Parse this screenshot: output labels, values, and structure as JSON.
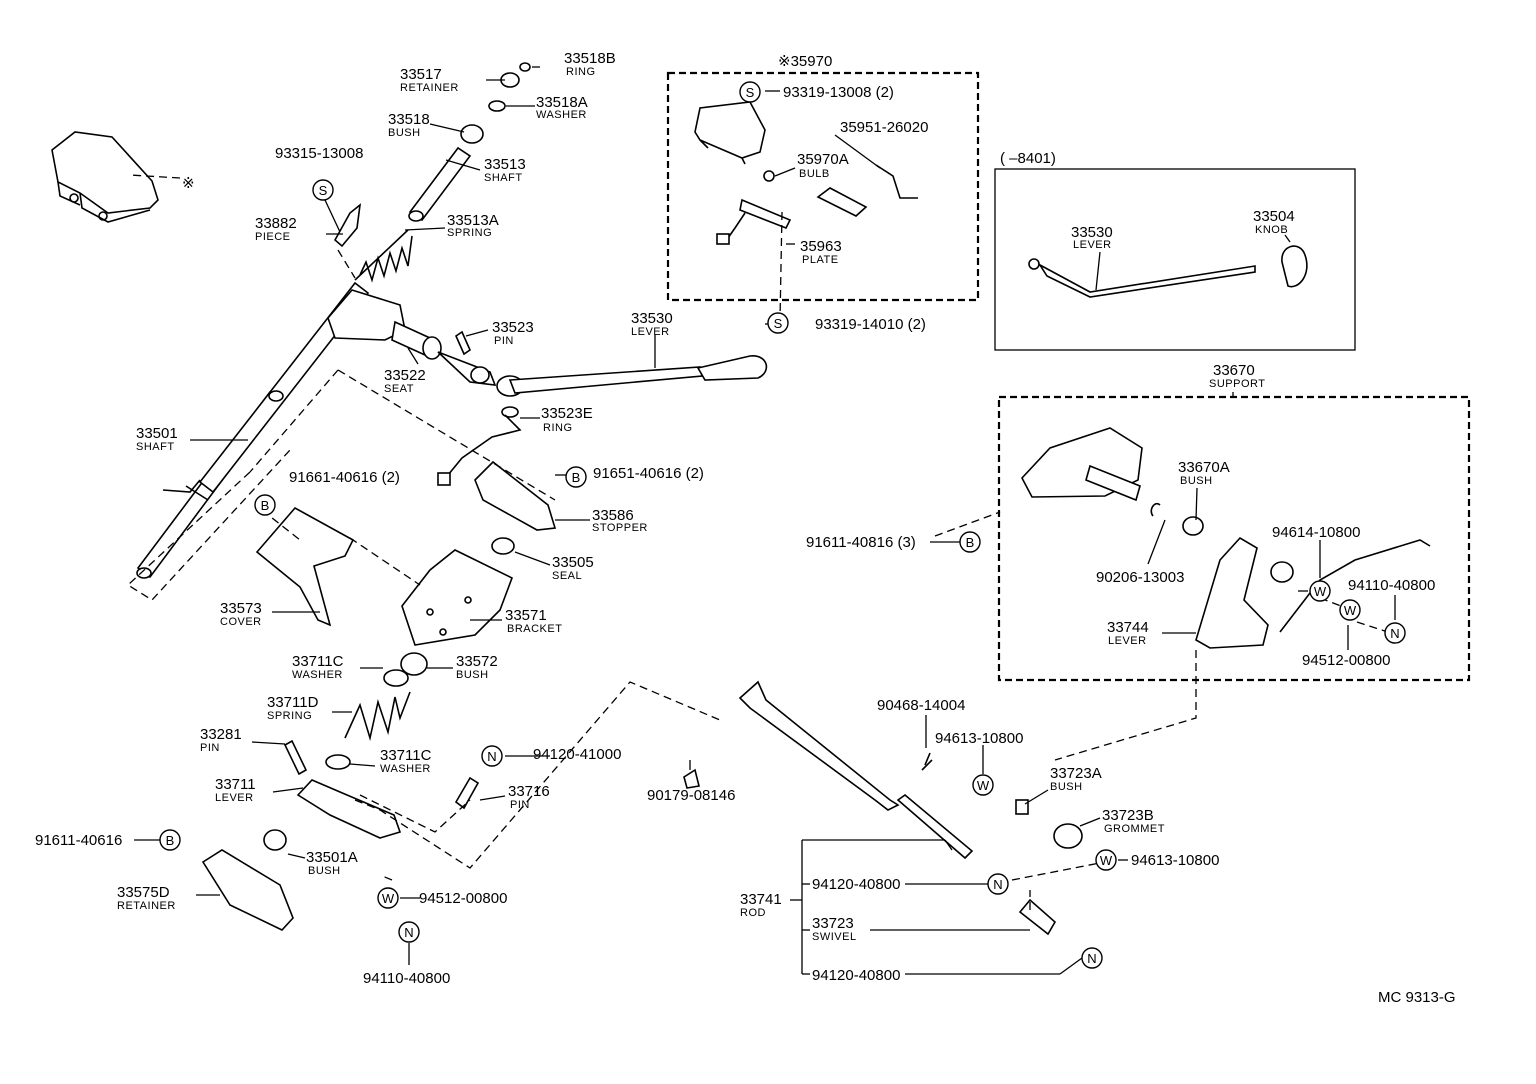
{
  "diagram_code": "MC  9313-G",
  "group_35970": "※35970",
  "asterisk": "※",
  "date_range": "(        –8401)",
  "symbols": {
    "S": "S",
    "B": "B",
    "W": "W",
    "N": "N"
  },
  "parts": {
    "p33517": {
      "no": "33517",
      "name": "RETAINER"
    },
    "p33518B": {
      "no": "33518B",
      "name": "RING"
    },
    "p33518A": {
      "no": "33518A",
      "name": "WASHER"
    },
    "p33518": {
      "no": "33518",
      "name": "BUSH"
    },
    "p93315": {
      "no": "93315-13008"
    },
    "p33513": {
      "no": "33513",
      "name": "SHAFT"
    },
    "p33882": {
      "no": "33882",
      "name": "PIECE"
    },
    "p33513A": {
      "no": "33513A",
      "name": "SPRING"
    },
    "p33523": {
      "no": "33523",
      "name": "PIN"
    },
    "p33522": {
      "no": "33522",
      "name": "SEAT"
    },
    "p33530a": {
      "no": "33530",
      "name": "LEVER"
    },
    "p33501": {
      "no": "33501",
      "name": "SHAFT"
    },
    "p33523E": {
      "no": "33523E",
      "name": "RING"
    },
    "p91661": {
      "no": "91661-40616 (2)"
    },
    "p91651": {
      "no": "91651-40616 (2)"
    },
    "p33586": {
      "no": "33586",
      "name": "STOPPER"
    },
    "p33505": {
      "no": "33505",
      "name": "SEAL"
    },
    "p33573": {
      "no": "33573",
      "name": "COVER"
    },
    "p33571": {
      "no": "33571",
      "name": "BRACKET"
    },
    "p33711C_1": {
      "no": "33711C",
      "name": "WASHER"
    },
    "p33572": {
      "no": "33572",
      "name": "BUSH"
    },
    "p33711D": {
      "no": "33711D",
      "name": "SPRING"
    },
    "p33281": {
      "no": "33281",
      "name": "PIN"
    },
    "p33711C_2": {
      "no": "33711C",
      "name": "WASHER"
    },
    "p94120_41000": {
      "no": "94120-41000"
    },
    "p33711": {
      "no": "33711",
      "name": "LEVER"
    },
    "p33716": {
      "no": "33716",
      "name": "PIN"
    },
    "p91611_40616": {
      "no": "91611-40616"
    },
    "p33501A": {
      "no": "33501A",
      "name": "BUSH"
    },
    "p33575D": {
      "no": "33575D",
      "name": "RETAINER"
    },
    "p94512_a": {
      "no": "94512-00800"
    },
    "p94110_a": {
      "no": "94110-40800"
    },
    "p93319_13008": {
      "no": "93319-13008 (2)"
    },
    "p35951": {
      "no": "35951-26020"
    },
    "p35970A": {
      "no": "35970A",
      "name": "BULB"
    },
    "p35963": {
      "no": "35963",
      "name": "PLATE"
    },
    "p93319_14010": {
      "no": "93319-14010 (2)"
    },
    "p33530b": {
      "no": "33530",
      "name": "LEVER"
    },
    "p33504": {
      "no": "33504",
      "name": "KNOB"
    },
    "p33670": {
      "no": "33670",
      "name": "SUPPORT"
    },
    "p33670A": {
      "no": "33670A",
      "name": "BUSH"
    },
    "p91611_40816": {
      "no": "91611-40816 (3)"
    },
    "p90206": {
      "no": "90206-13003"
    },
    "p94614": {
      "no": "94614-10800"
    },
    "p94110_b": {
      "no": "94110-40800"
    },
    "p33744": {
      "no": "33744",
      "name": "LEVER"
    },
    "p94512_b": {
      "no": "94512-00800"
    },
    "p90468": {
      "no": "90468-14004"
    },
    "p94613_a": {
      "no": "94613-10800"
    },
    "p90179": {
      "no": "90179-08146"
    },
    "p33723A": {
      "no": "33723A",
      "name": "BUSH"
    },
    "p33723B": {
      "no": "33723B",
      "name": "GROMMET"
    },
    "p94613_b": {
      "no": "94613-10800"
    },
    "p33741": {
      "no": "33741",
      "name": "ROD"
    },
    "p94120_40800a": {
      "no": "94120-40800"
    },
    "p33723": {
      "no": "33723",
      "name": "SWIVEL"
    },
    "p94120_40800b": {
      "no": "94120-40800"
    }
  }
}
